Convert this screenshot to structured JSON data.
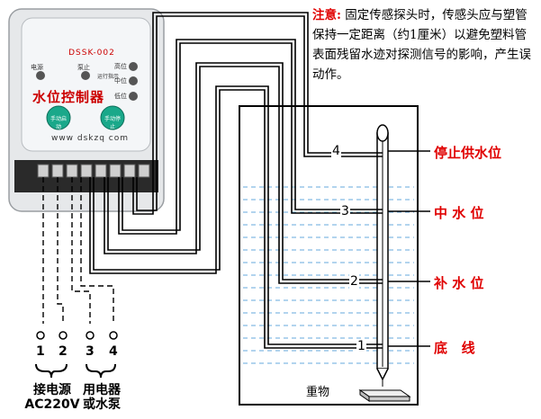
{
  "note": {
    "title": "注意:",
    "body": "固定传感探头时，传感头应与塑管保持一定距离（约1厘米）以避免塑料管表面残留水迹对探测信号的影响，产生误动作。"
  },
  "controller": {
    "model": "DSSK-002",
    "name": "水位控制器",
    "website": "www dskzq com",
    "led_power": "电源",
    "led_pump": "泵止",
    "led_small": "运行指示",
    "level_high": "高位",
    "level_mid": "中位",
    "level_low": "低位",
    "btn_left": "手动启动",
    "btn_right": "手动停止"
  },
  "levels": [
    {
      "num": "4",
      "label": "停止供水位"
    },
    {
      "num": "3",
      "label": "中 水 位"
    },
    {
      "num": "2",
      "label": "补 水 位"
    },
    {
      "num": "1",
      "label": "底   线"
    }
  ],
  "terminals": [
    "1",
    "2",
    "3",
    "4"
  ],
  "bottom": {
    "power_label": "接电源",
    "power_volt": "AC220V",
    "device_label_1": "用电器",
    "device_label_2": "或水泵"
  },
  "weight_label": "重物",
  "colors": {
    "red": "#e00000",
    "water": "#66aadd"
  }
}
